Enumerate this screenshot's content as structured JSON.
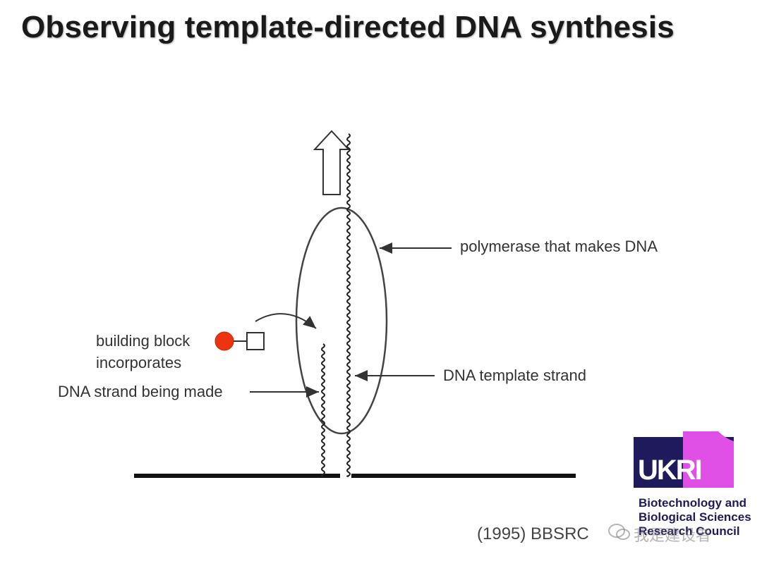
{
  "title": "Observing template-directed DNA synthesis",
  "labels": {
    "polymerase": "polymerase that makes DNA",
    "template_strand": "DNA template strand",
    "building_block_line1": "building block",
    "building_block_line2": "incorporates",
    "strand_being_made": "DNA strand being made"
  },
  "citation": "(1995) BBSRC",
  "logo": {
    "mark": "UKRI",
    "line1": "Biotechnology and",
    "line2": "Biological Sciences",
    "line3": "Research Council"
  },
  "watermark": "我是建设者",
  "colors": {
    "building_block": "#ee3311",
    "logo_navy": "#1f1a5c",
    "logo_magenta": "#e04fe6"
  }
}
